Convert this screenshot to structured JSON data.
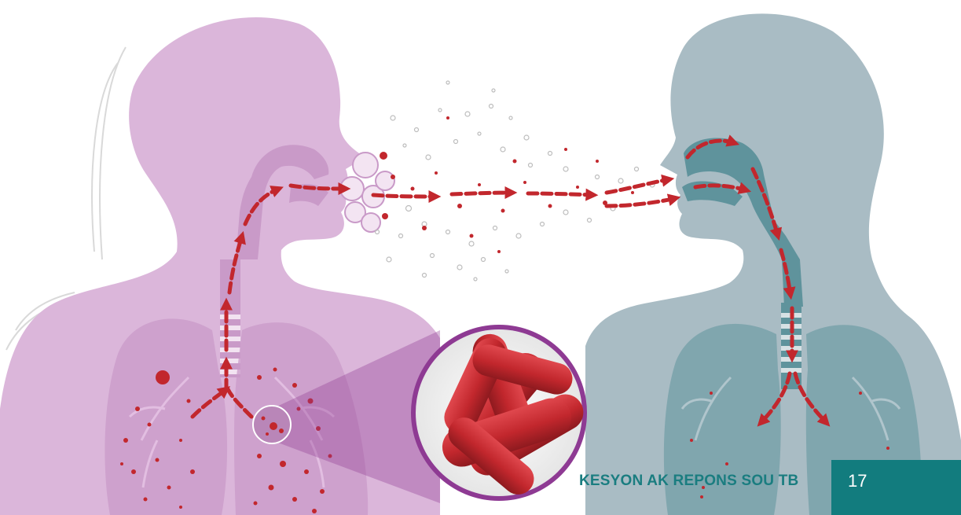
{
  "footer": {
    "title": "KESYON AK REPONS SOU TB",
    "page_number": "17"
  },
  "colors": {
    "infected_person": "#dbb6da",
    "infected_person_dark": "#c99ac8",
    "healthy_person": "#a9bcc4",
    "healthy_person_dark": "#5f939c",
    "bacteria": "#c2272d",
    "lens_ring": "#8e3a93",
    "footer_text": "#1a7d80",
    "page_tab": "#127c7e"
  },
  "icons": [
    "infected-person-silhouette",
    "healthy-person-silhouette",
    "cough-cloud-icon",
    "tb-bacteria-icon",
    "magnifier-lens-icon",
    "airflow-arrow-icon"
  ]
}
